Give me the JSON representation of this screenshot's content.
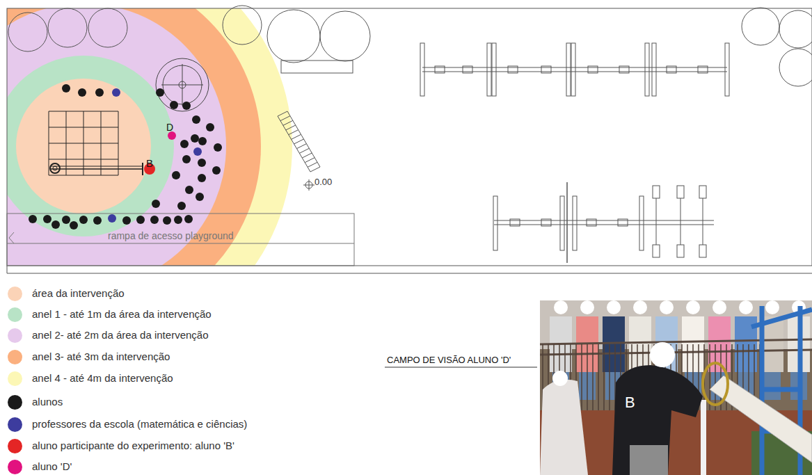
{
  "diagram": {
    "labels": [
      "D",
      "B",
      "0.00",
      "rampa de acesso playground",
      "CAMPO DE VISÃO ALUNO 'D'",
      "B"
    ],
    "legend": [
      {
        "text": "área da intervenção",
        "color": "#fbd3b7"
      },
      {
        "text": "anel 1 - até 1m da área da intervenção",
        "color": "#b8e3c6"
      },
      {
        "text": "anel 2- até 2m da área da intervenção",
        "color": "#e6c9ec"
      },
      {
        "text": "anel 3- até 3m da intervenção",
        "color": "#fbb07f"
      },
      {
        "text": "anel 4 - até 4m da intervenção",
        "color": "#fcf7b6"
      },
      {
        "text": "alunos",
        "color": "#1a1a1a"
      },
      {
        "text": "professores da escola (matemática e ciências)",
        "color": "#3d3c9e"
      },
      {
        "text": "aluno participante do experimento: aluno 'B'",
        "color": "#e42525"
      },
      {
        "text": "aluno 'D'",
        "color": "#e2127f"
      }
    ]
  }
}
